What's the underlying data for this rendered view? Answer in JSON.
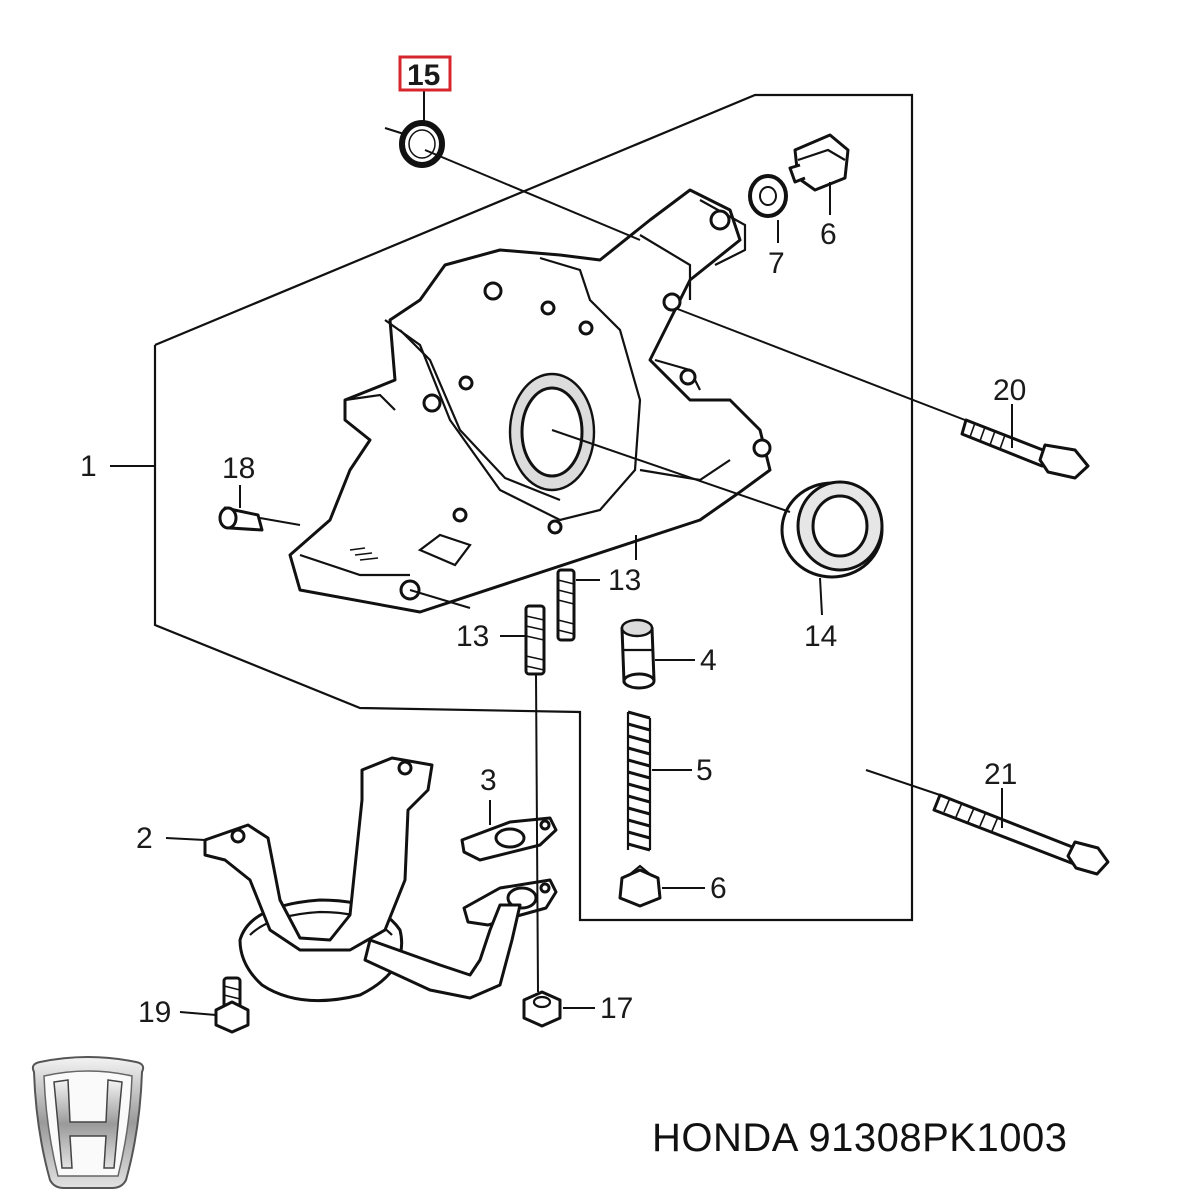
{
  "highlight_color": "#d6262b",
  "logo_icon": "honda-logo-icon",
  "caption": {
    "brand": "HONDA",
    "part_number": "91308PK1003"
  },
  "callouts": {
    "c1": "1",
    "c2": "2",
    "c3": "3",
    "c4": "4",
    "c5": "5",
    "c6a": "6",
    "c6b": "6",
    "c7": "7",
    "c13a": "13",
    "c13b": "13",
    "c14": "14",
    "c15": "15",
    "c17": "17",
    "c18": "18",
    "c19": "19",
    "c20": "20",
    "c21": "21"
  }
}
